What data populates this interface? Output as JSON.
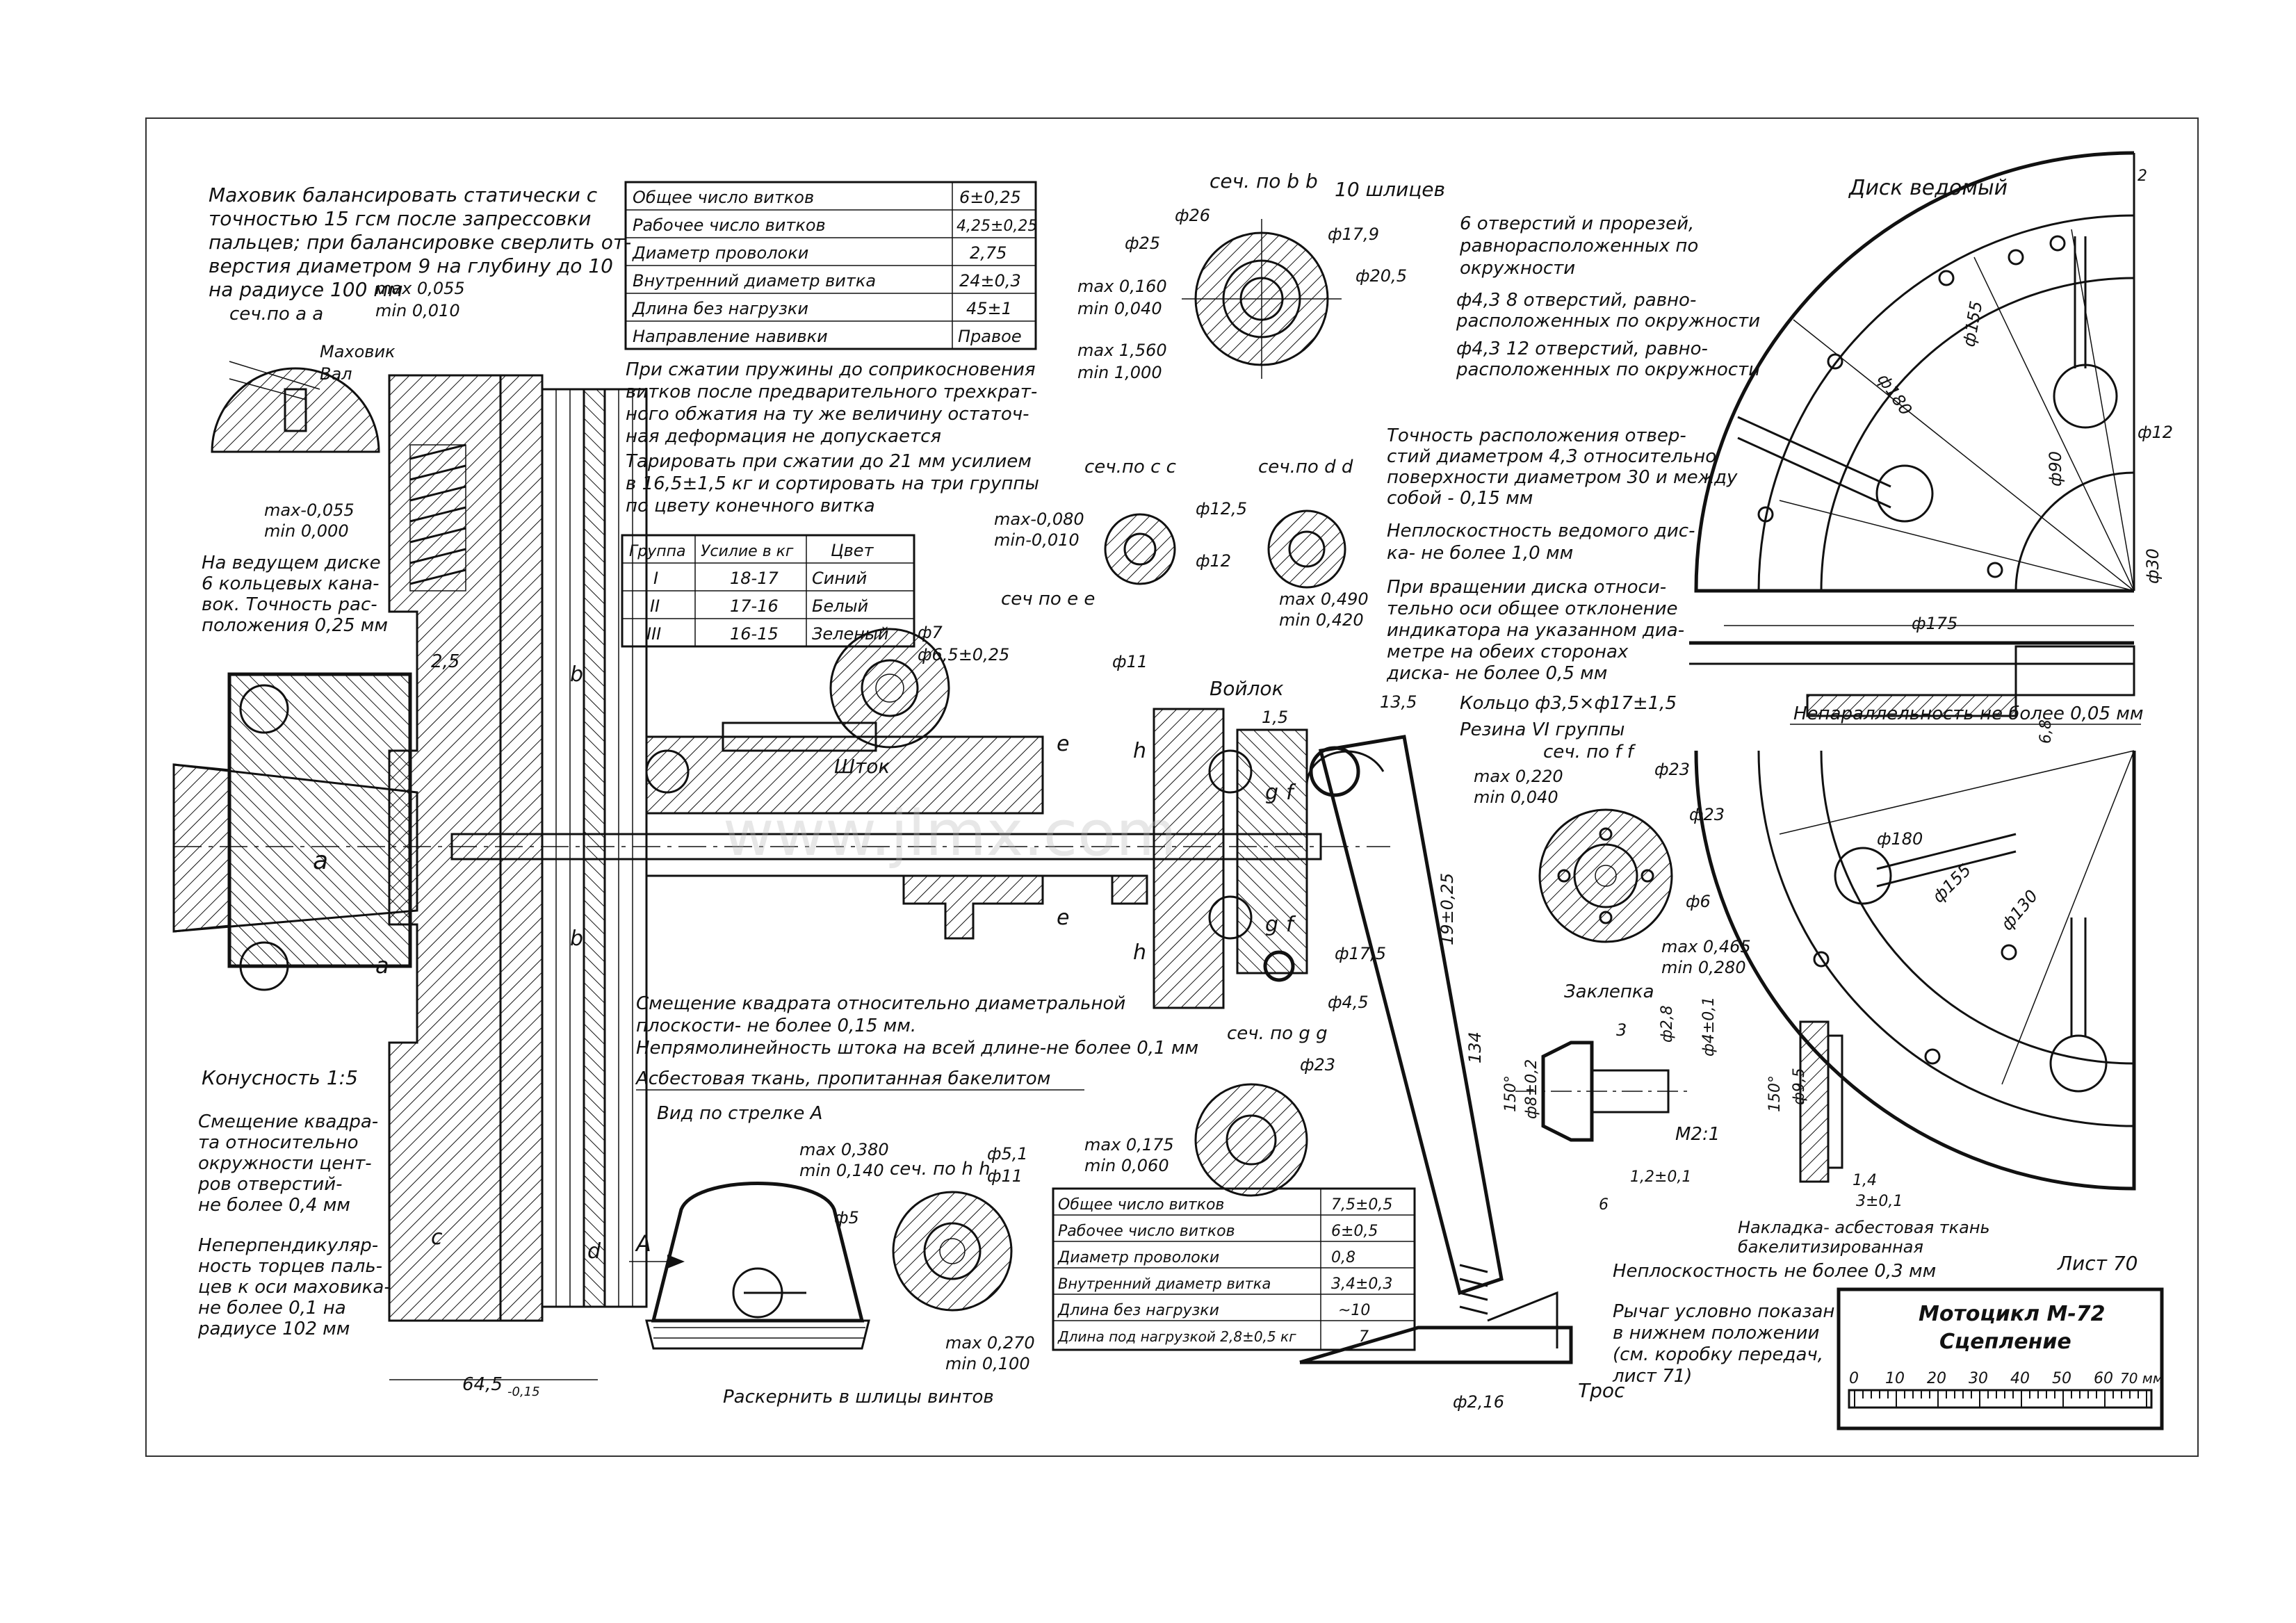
{
  "notes": {
    "balance": [
      "Маховик балансировать статически с",
      "точностью 15 гсм после запрессовки",
      "пальцев; при балансировке сверлить от-",
      "верстия диаметром 9 на глубину до 10",
      "на радиусе 100 мм"
    ],
    "max_0055": "max 0,055",
    "min_0010": "min 0,010",
    "sec_aa": "сеч.по а а",
    "flywheel": "Маховик",
    "shaft": "Вал",
    "max_0055b": "max-0,055",
    "min_0000": "min 0,000",
    "driving_disk": [
      "На ведущем диске",
      "6 кольцевых кана-",
      "вок. Точность рас-",
      "положения 0,25 мм"
    ],
    "taper": "Конусность 1:5",
    "square_offset": [
      "Смещение квадра-",
      "та относительно",
      "окружности цент-",
      "ров отверстий-",
      "не более 0,4 мм"
    ],
    "nonperp": [
      "Неперпендикуляр-",
      "ность торцев паль-",
      "цев к оси маховика-",
      "не более 0,1 на",
      "радиусе 102 мм"
    ],
    "dim_645": "64,5",
    "dim_645_tol": "-0,15",
    "spring_note": [
      "При сжатии пружины до соприкосновения",
      "витков после предварительного трехкрат-",
      "ного обжатия на ту же величину остаточ-",
      "ная деформация не допускается"
    ],
    "calib_note": [
      "Тарировать при сжатии до 21 мм усилием",
      "в 16,5±1,5 кг и сортировать на три группы",
      "по цвету конечного витка"
    ],
    "sec_bb": "сеч. по b b",
    "splines10": "10 шлицев",
    "sec_cc": "сеч.по с с",
    "sec_dd": "сеч.по d d",
    "sec_ee": "сеч по е е",
    "felt": "Войлок",
    "rod": "Шток",
    "ring": "Кольцо ф3,5×ф17±1,5",
    "rubber": "Резина VI группы",
    "sec_ff": "сеч. по f f",
    "square_offset2": [
      "Смещение квадрата относительно диаметральной",
      "плоскости- не более 0,15 мм.",
      "Непрямолинейность штока на всей длине-не более 0,1 мм"
    ],
    "asbestos": "Асбестовая ткань, пропитанная бакелитом",
    "view_a": "Вид по стрелке А",
    "sec_gg": "сеч. по g g",
    "sec_hh": "сеч. по h h",
    "punch": "Раскернить в шлицы винтов",
    "rivet": "Заклепка",
    "scale_m21": "М2:1",
    "lining": [
      "Накладка- асбестовая ткань",
      "бакелитизированная"
    ],
    "flatness03": "Неплоскостность не более 0,3 мм",
    "lever": [
      "Рычаг условно показан",
      "в нижнем положении",
      "(см. коробку передач,",
      "лист 71)"
    ],
    "cable": "Трос",
    "sheet": "Лист 70",
    "driven_disk": "Диск ведомый",
    "holes6": [
      "6 отверстий и прорезей,",
      "равнорасположенных по",
      "окружности"
    ],
    "holes8": [
      "ф4,3 8 отверстий, равно-",
      "расположенных по окружности"
    ],
    "holes12": [
      "ф4,3 12 отверстий, равно-",
      "расположенных по окружности"
    ],
    "hole_accuracy": [
      "Точность расположения отвер-",
      "стий диаметром 4,3 относительно",
      "поверхности диаметром 30 и между",
      "собой - 0,15 мм"
    ],
    "flatness_driven": [
      "Неплоскостность ведомого дис-",
      "ка- не более 1,0 мм"
    ],
    "runout": [
      "При вращении диска относи-",
      "тельно оси общее отклонение",
      "индикатора на указанном диа-",
      "метре на обеих сторонах",
      "диска- не более 0,5 мм"
    ],
    "nonparallel": "Непараллельность не более 0,05 мм"
  },
  "dims": {
    "d26": "ф26",
    "d25": "ф25",
    "d179": "ф17,9",
    "d205": "ф20,5",
    "max0160": "max 0,160",
    "min0040": "min 0,040",
    "max1560": "max 1,560",
    "min1000": "min 1,000",
    "max0080": "max-0,080",
    "min0010": "min-0,010",
    "d125": "ф12,5",
    "d12": "ф12",
    "max0490": "max 0,490",
    "min0420": "min 0,420",
    "d7": "ф7",
    "d65": "ф6,5±0,25",
    "d11": "ф11",
    "d135": "13,5",
    "d15": "1,5",
    "d25v": "2,5",
    "max0220": "max 0,220",
    "min0040b": "min 0,040",
    "d23a": "ф23",
    "d23b": "ф23",
    "d6": "ф6",
    "max0465": "max 0,465",
    "min0280": "min 0,280",
    "d175": "ф17,5",
    "d45": "ф4,5",
    "d23c": "ф23",
    "max0175": "max 0,175",
    "min0060": "min 0,060",
    "max0380": "max 0,380",
    "min0140": "min 0,140",
    "d5": "ф5",
    "d51": "ф5,1",
    "d11b": "ф11",
    "max0270": "max 0,270",
    "min0100": "min 0,100",
    "d19": "19±0,25",
    "d134": "134",
    "d216": "ф2,16",
    "r3": "3",
    "d28": "ф2,8",
    "d41": "ф4±0,1",
    "d8": "ф8±0,2",
    "a150": "150°",
    "d12b": "1,2±0,1",
    "d6b": "6",
    "d95": "ф9,5",
    "d14": "1,4",
    "d3b": "3±0,1",
    "d180": "ф180",
    "d155": "ф155",
    "d90": "ф90",
    "d12c": "ф12",
    "d30": "ф30",
    "d175b": "ф175",
    "d68": "6,8",
    "d130": "ф130",
    "d180b": "ф180",
    "d155b": "ф155",
    "dim2": "2"
  },
  "spring1": {
    "rows": [
      [
        "Общее число витков",
        "6±0,25"
      ],
      [
        "Рабочее число витков",
        "4,25±0,25"
      ],
      [
        "Диаметр проволоки",
        "2,75"
      ],
      [
        "Внутренний диаметр витка",
        "24±0,3"
      ],
      [
        "Длина без нагрузки",
        "45±1"
      ],
      [
        "Направление навивки",
        "Правое"
      ]
    ]
  },
  "groups": {
    "header": [
      "Группа",
      "Усилие в кг",
      "Цвет"
    ],
    "rows": [
      [
        "I",
        "18-17",
        "Синий"
      ],
      [
        "II",
        "17-16",
        "Белый"
      ],
      [
        "III",
        "16-15",
        "Зеленый"
      ]
    ]
  },
  "spring2": {
    "rows": [
      [
        "Общее число витков",
        "7,5±0,5"
      ],
      [
        "Рабочее число витков",
        "6±0,5"
      ],
      [
        "Диаметр проволоки",
        "0,8"
      ],
      [
        "Внутренний диаметр витка",
        "3,4±0,3"
      ],
      [
        "Длина без нагрузки",
        "~10"
      ],
      [
        "Длина под нагрузкой 2,8±0,5 кг",
        "7"
      ]
    ]
  },
  "title_block": {
    "title": "Мотоцикл М-72",
    "subtitle": "Сцепление",
    "scale_ticks": [
      "0",
      "10",
      "20",
      "30",
      "40",
      "50",
      "60",
      "70 мм"
    ]
  },
  "watermark": "www.jlmx.com"
}
